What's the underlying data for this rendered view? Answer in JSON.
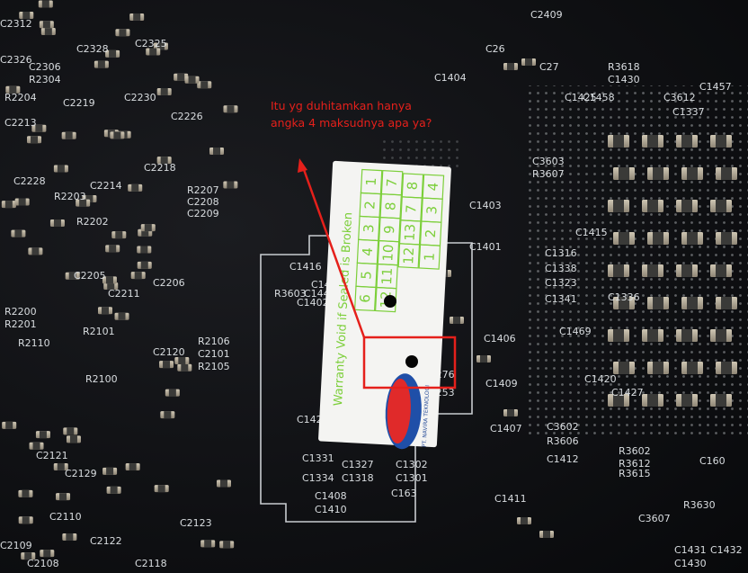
{
  "annotation": {
    "line1": "Itu yg duhitamkan hanya",
    "line2": "angka 4 maksudnya apa ya?"
  },
  "sticker": {
    "text": "Warranty Void if Sealed is Broken",
    "company": "PT. NAVIRA TEKNOLOGI",
    "row_top": [
      "6",
      "5",
      "4",
      "3",
      "2",
      "1"
    ],
    "row_mid_top": [
      "12",
      "11",
      "10",
      "9",
      "8",
      "7"
    ],
    "row_mid_bottom": [
      "12",
      "13",
      "7",
      "8"
    ],
    "row_bottom": [
      "1",
      "2",
      "3",
      "4"
    ]
  },
  "silkscreen_labels": [
    "C2312",
    "C2326",
    "C2328",
    "C2325",
    "C2306",
    "R2304",
    "R2204",
    "C2219",
    "C2230",
    "C2213",
    "C2226",
    "C2228",
    "R2203",
    "C2214",
    "C2218",
    "R2202",
    "R2207",
    "C2208",
    "C2209",
    "C2205",
    "C2211",
    "C2206",
    "R2200",
    "R2201",
    "R2110",
    "R2101",
    "C2120",
    "R2106",
    "C2101",
    "R2105",
    "R2100",
    "C2121",
    "C2129",
    "C2110",
    "C2122",
    "C2123",
    "C2108",
    "C2118",
    "C2109",
    "C26",
    "C27",
    "C1404",
    "C1425",
    "C1458",
    "R3618",
    "C1430",
    "C3612",
    "C3603",
    "R3607",
    "C1403",
    "C1401",
    "C1415",
    "C1316",
    "C1338",
    "C1323",
    "C1341",
    "C1336",
    "C1469",
    "C1406",
    "C1409",
    "C1420",
    "C1427",
    "C1407",
    "C3602",
    "R3606",
    "C1412",
    "R3602",
    "R3612",
    "R3615",
    "C1411",
    "C3607",
    "R3630",
    "C160",
    "C1431",
    "C1430",
    "C1432",
    "R3603",
    "C1416",
    "C1402",
    "C1443",
    "C1444",
    "C1421",
    "C1331",
    "C1334",
    "C1408",
    "C1410",
    "C163",
    "C1327",
    "C1318",
    "C1301",
    "C1302",
    "C1253",
    "C1276",
    "C2409",
    "C1457",
    "C1337"
  ],
  "colors": {
    "board": "#101114",
    "silkscreen": "#d9dde0",
    "annotation": "#e5201b",
    "sticker_green": "#7ccf3a"
  }
}
